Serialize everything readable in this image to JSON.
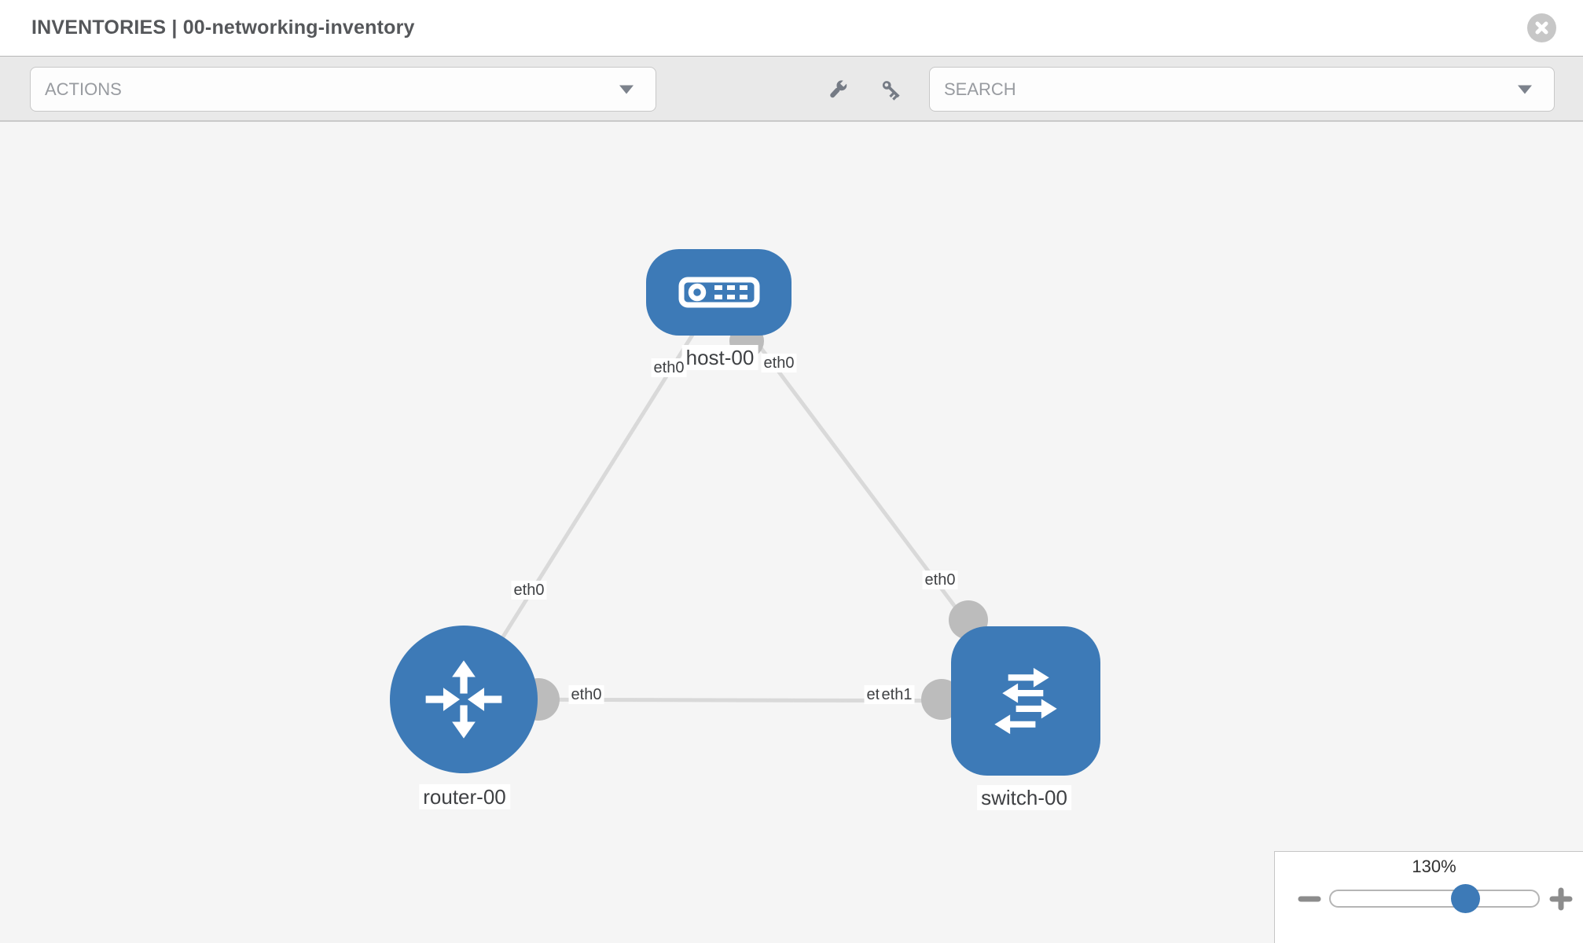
{
  "header": {
    "title": "INVENTORIES | 00-networking-inventory",
    "close_icon": "circle-x-icon"
  },
  "toolbar": {
    "actions_dropdown": {
      "value": "ACTIONS"
    },
    "wrench_icon": "wrench-icon",
    "key_icon": "key-icon",
    "search_dropdown": {
      "value": "SEARCH"
    }
  },
  "topology": {
    "nodes": [
      {
        "id": "host-00",
        "label": "host-00",
        "type": "host",
        "icon": "server-icon"
      },
      {
        "id": "router-00",
        "label": "router-00",
        "type": "router",
        "icon": "router-arrows-icon"
      },
      {
        "id": "switch-00",
        "label": "switch-00",
        "type": "switch",
        "icon": "switch-arrows-icon"
      }
    ],
    "links": [
      {
        "source": "host-00",
        "target": "router-00",
        "source_interface": "eth0",
        "target_interface": "eth0"
      },
      {
        "source": "host-00",
        "target": "switch-00",
        "source_interface": "eth0",
        "target_interface": "eth0"
      },
      {
        "source": "router-00",
        "target": "switch-00",
        "source_interface": "eth0",
        "target_interface": "eth1"
      }
    ],
    "interface_labels": [
      "eth0",
      "eth0",
      "eth0",
      "eth0",
      "eth0",
      "eth0",
      "eth1"
    ]
  },
  "zoom_control": {
    "value": "130%",
    "minus_icon": "minus-icon",
    "plus_icon": "plus-icon"
  },
  "colors": {
    "node_blue": "#3d7ab7",
    "link_gray": "#d9d9d9",
    "interface_circle_gray": "#bcbcbc",
    "canvas_bg": "#f5f5f5",
    "toolbar_bg": "#e9e9e9",
    "header_bg": "#ffffff",
    "slider_handle_blue": "#3d7ab7"
  }
}
